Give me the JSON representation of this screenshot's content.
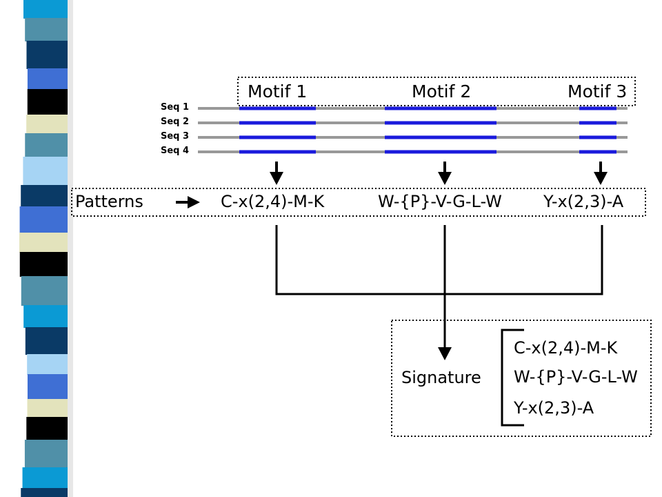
{
  "motifs": [
    "Motif 1",
    "Motif 2",
    "Motif 3"
  ],
  "sequences": [
    "Seq 1",
    "Seq 2",
    "Seq 3",
    "Seq 4"
  ],
  "patterns_label": "Patterns",
  "patterns": [
    "C-x(2,4)-M-K",
    "W-{P}-V-G-L-W",
    "Y-x(2,3)-A"
  ],
  "signature_label": "Signature",
  "signature_lines": [
    "C-x(2,4)-M-K",
    "W-{P}-V-G-L-W",
    "Y-x(2,3)-A"
  ],
  "colors": {
    "sequence_line": "#999999",
    "motif_segment": "#1a1adc",
    "stroke": "#000000"
  }
}
